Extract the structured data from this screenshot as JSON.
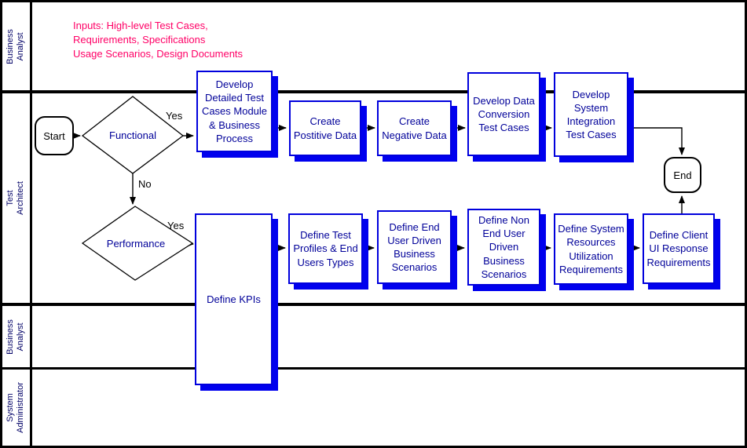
{
  "lanes": [
    {
      "label": "Business Analyst"
    },
    {
      "label": "Test Architect"
    },
    {
      "label": "Business Analyst"
    },
    {
      "label": "System Administrator"
    }
  ],
  "note": {
    "line1": "Inputs: High-level Test Cases,",
    "line2": "Requirements, Specifications",
    "line3": "Usage Scenarios, Design Documents"
  },
  "nodes": {
    "start": "Start",
    "functional": "Functional",
    "performance": "Performance",
    "develop_detailed": "Develop Detailed Test Cases Module & Business Process",
    "create_positive": "Create Postitive Data",
    "create_negative": "Create Negative Data",
    "data_conversion": "Develop Data Conversion Test Cases",
    "system_integration": "Develop System Integration Test Cases",
    "end": "End",
    "define_kpis": "Define KPIs",
    "test_profiles": "Define Test Profiles & End Users Types",
    "end_user_scenarios": "Define End User Driven Business Scenarios",
    "non_end_user_scenarios": "Define Non End User Driven Business Scenarios",
    "system_resources": "Define System Resources Utilization Requirements",
    "client_ui": "Define Client UI Response Requirements"
  },
  "edge_labels": {
    "yes_functional": "Yes",
    "no_functional": "No",
    "yes_performance": "Yes"
  },
  "colors": {
    "box_border": "#0000dd",
    "box_shadow": "#0000ee",
    "box_text": "#000099",
    "note_text": "#ff0066",
    "lane_text": "#000066"
  }
}
